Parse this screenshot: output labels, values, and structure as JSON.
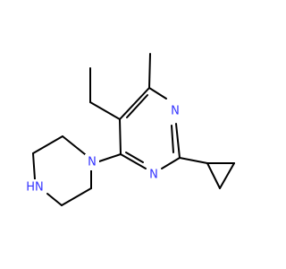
{
  "molecule": {
    "atom_color": "#3333ff",
    "bond_color": "#000000",
    "labels": {
      "n_pyrimidine_1": "N",
      "n_pyrimidine_3": "N",
      "n_piperazine_aryl": "N",
      "nh_piperazine": "HN"
    }
  }
}
